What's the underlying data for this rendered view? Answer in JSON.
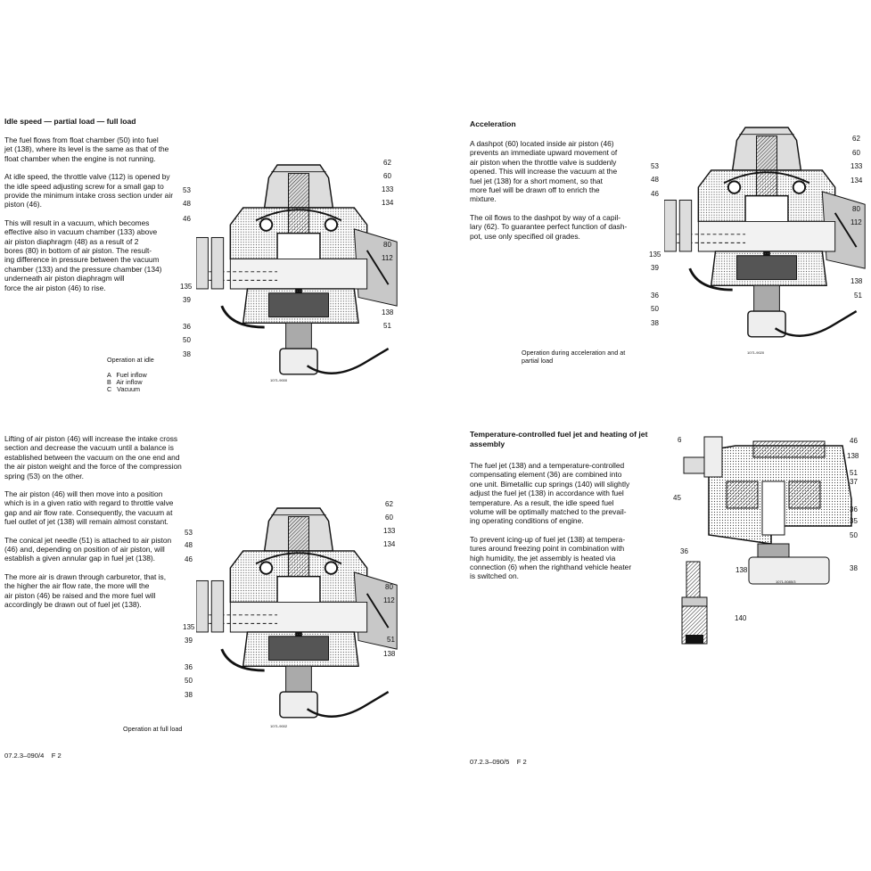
{
  "page_left": {
    "section1": {
      "heading": "Idle speed — partial load — full load",
      "paragraphs": [
        "The fuel flows from float chamber (50) into fuel\njet (138), where its level is the same as that of the\nfloat chamber when the engine is not running.",
        "At idle speed, the throttle valve (112) is opened by\nthe idle speed adjusting screw for a small gap to\nprovide the minimum intake cross section under air\npiston (46).",
        "This will result in a vacuum, which becomes\neffective also in vacuum chamber (133) above\nair piston diaphragm (48) as a result of 2\nbores (80) in bottom of air piston. The result-\ning difference in pressure between the vacuum\nchamber (133) and the pressure chamber (134)\nunderneath air piston diaphragm will\nforce the air piston (46) to rise."
      ],
      "figure": {
        "caption": "Operation at idle",
        "legend": [
          "A   Fuel inflow",
          "B   Air inflow",
          "C   Vacuum"
        ],
        "figure_code": "1071-9000",
        "labels_left": [
          "53",
          "48",
          "46",
          "135",
          "39",
          "36",
          "50",
          "38"
        ],
        "labels_right": [
          "62",
          "60",
          "133",
          "134",
          "80",
          "112",
          "138",
          "51"
        ]
      }
    },
    "section2": {
      "paragraphs": [
        "Lifting of air piston (46) will increase the intake cross\nsection and decrease the vacuum until a balance is\nestablished between the vacuum on the one end and\nthe air piston weight and the force of the compression\nspring (53) on the other.",
        "The air piston (46) will then move into a position\nwhich is in a given ratio with regard to throttle valve\ngap and air flow rate. Consequently, the vacuum at\nfuel outlet of jet (138) will remain almost constant.",
        "The conical jet needle (51) is attached to air piston\n(46) and, depending on position of air piston, will\nestablish a given annular gap in fuel jet (138).",
        "The more air is drawn through carburetor, that is,\nthe higher the air flow rate, the more will the\nair piston (46) be raised and the more fuel will\naccordingly be drawn out of fuel jet (138)."
      ],
      "figure": {
        "caption": "Operation at full load",
        "figure_code": "1071-9002",
        "labels_left": [
          "53",
          "48",
          "46",
          "135",
          "39",
          "36",
          "50",
          "38"
        ],
        "labels_right": [
          "62",
          "60",
          "133",
          "134",
          "80",
          "112",
          "51",
          "138"
        ]
      }
    },
    "footer": "07.2.3–090/4    F 2"
  },
  "page_right": {
    "section1": {
      "heading": "Acceleration",
      "paragraphs": [
        "A dashpot (60) located inside air piston (46)\nprevents an immediate upward movement of\nair piston when the throttle valve is suddenly\nopened. This will increase the vacuum at the\nfuel jet (138) for a short moment, so that\nmore fuel will be drawn off to enrich the\nmixture.",
        "The oil flows to the dashpot by way of a capil-\nlary (62). To guarantee perfect function of dash-\npot, use only specified oil grades."
      ],
      "figure": {
        "caption": "Operation during acceleration and at\npartial load",
        "figure_code": "1071-9020",
        "labels_left": [
          "53",
          "48",
          "46",
          "135",
          "39",
          "36",
          "50",
          "38"
        ],
        "labels_right": [
          "62",
          "60",
          "133",
          "134",
          "80",
          "112",
          "138",
          "51"
        ]
      }
    },
    "section2": {
      "heading": "Temperature-controlled fuel jet and heating of jet\nassembly",
      "paragraphs": [
        "The fuel jet (138) and a temperature-controlled\ncompensating element (36) are combined into\none unit. Bimetallic cup springs (140) will slightly\nadjust the fuel jet (138) in accordance with fuel\ntemperature. As a result, the idle speed fuel\nvolume will be optimally matched to the prevail-\ning operating conditions of engine.",
        "To prevent icing-up of fuel jet (138) at tempera-\ntures around freezing point in combination with\nhigh humidity, the jet assembly is heated via\nconnection (6) when the righthand vehicle heater\nis switched on."
      ],
      "figure": {
        "figure_code": "1071-5085/3",
        "labels": [
          "6",
          "46",
          "138",
          "51",
          "37",
          "45",
          "36",
          "35",
          "50",
          "36",
          "138",
          "38",
          "140"
        ]
      }
    },
    "footer": "07.2.3–090/5    F 2"
  }
}
